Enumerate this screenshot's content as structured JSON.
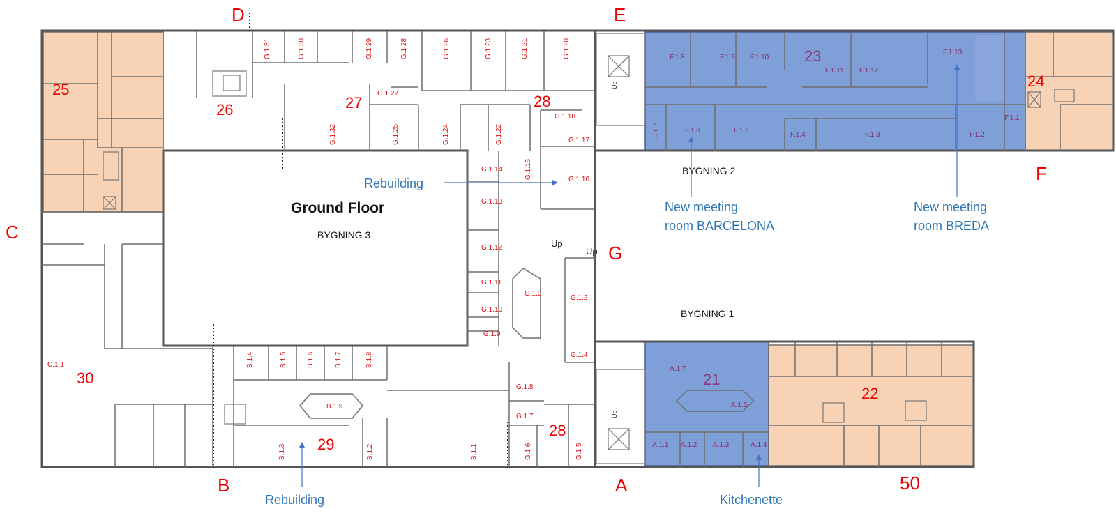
{
  "title": "Ground Floor",
  "buildings": {
    "b1": "BYGNING 1",
    "b2": "BYGNING 2",
    "b3": "BYGNING 3"
  },
  "entrances": {
    "a": "A",
    "b": "B",
    "c": "C",
    "d": "D",
    "e": "E",
    "f": "F",
    "g": "G"
  },
  "zones": {
    "z21": "21",
    "z22": "22",
    "z23": "23",
    "z24": "24",
    "z25": "25",
    "z26": "26",
    "z27": "27",
    "z28a": "28",
    "z28b": "28",
    "z29": "29",
    "z30": "30",
    "z50": "50"
  },
  "rooms": {
    "g131": "G.1.31",
    "g130": "G.1.30",
    "g129": "G.1.29",
    "g128": "G.1.28",
    "g126": "G.1.26",
    "g123": "G.1.23",
    "g121": "G.1.21",
    "g120": "G.1.20",
    "g127": "G.1.27",
    "g132": "G.1.32",
    "g125": "G.1.25",
    "g124": "G.1.24",
    "g122": "G.1.22",
    "g118": "G.1.18",
    "g117": "G.1.17",
    "g116": "G.1.16",
    "g115": "G.1.15",
    "g114": "G.1.14",
    "g113": "G.1.13",
    "g112": "G.1.12",
    "g111": "G.1.11",
    "g110": "G.1.10",
    "g19": "G.1.9",
    "g13": "G.1.3",
    "g12": "G.1.2",
    "g14": "G.1.4",
    "g18": "G.1.8",
    "g17": "G.1.7",
    "g16": "G.1.6",
    "g15": "G.1.5",
    "b14": "B.1.4",
    "b15": "B.1.5",
    "b16": "B.1.6",
    "b17": "B.1.7",
    "b18": "B.1.8",
    "b19": "B.1.9",
    "b13": "B.1.3",
    "b12": "B.1.2",
    "b11": "B.1.1",
    "c11": "C.1.1",
    "f18": "F.1.8",
    "f19": "F.1.9",
    "f110": "F.1.10",
    "f111": "F.1.11",
    "f112": "F.1.12",
    "f113": "F.1.13",
    "f17": "F.1.7",
    "f16": "F.1.6",
    "f15": "F.1.5",
    "f14": "F.1.4",
    "f13": "F.1.3",
    "f12": "F.1.2",
    "f11": "F.1.1",
    "a17": "A.1.7",
    "a15": "A.1.5",
    "a11": "A.1.1",
    "a12": "A.1.2",
    "a13": "A.1.3",
    "a14": "A.1.4"
  },
  "stairs": {
    "up1": "Up",
    "up2": "Up",
    "up3": "Up",
    "up4": "Up"
  },
  "notes": {
    "rebuilding_g": "Rebuilding",
    "rebuilding_b": "Rebuilding",
    "barcelona_1": "New meeting",
    "barcelona_2": "room BARCELONA",
    "breda_1": "New meeting",
    "breda_2": "room BREDA",
    "kitchenette": "Kitchenette"
  },
  "colors": {
    "highlight_blue": "#7f9fd8",
    "highlight_peach": "#f8d2b4",
    "label_red": "#e00000",
    "note_blue": "#2e75b6"
  }
}
